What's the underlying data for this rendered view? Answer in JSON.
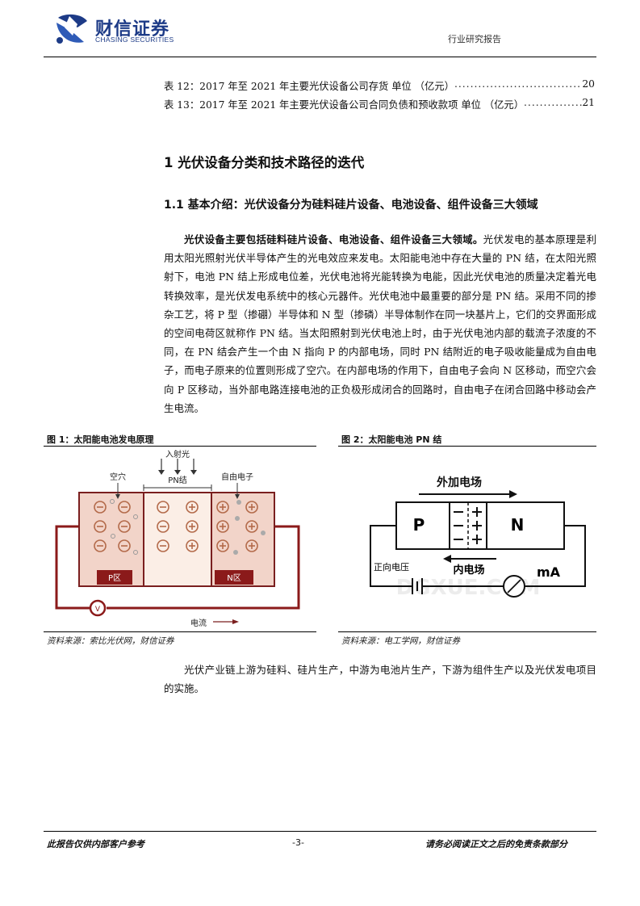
{
  "header": {
    "brand_cn": "财信证券",
    "brand_en": "CHASING SECURITIES",
    "report_type": "行业研究报告"
  },
  "toc": [
    {
      "title": "表 12：2017 年至 2021 年主要光伏设备公司存货 单位 （亿元）",
      "page": "20"
    },
    {
      "title": "表 13：2017 年至 2021 年主要光伏设备公司合同负债和预收款项 单位 （亿元）",
      "page": "21"
    }
  ],
  "section": {
    "h1": "1 光伏设备分类和技术路径的迭代",
    "h2": "1.1 基本介绍：光伏设备分为硅料硅片设备、电池设备、组件设备三大领域"
  },
  "body": {
    "lead": "光伏设备主要包括硅料硅片设备、电池设备、组件设备三大领域。",
    "text": "光伏发电的基本原理是利用太阳光照射光伏半导体产生的光电效应来发电。太阳能电池中存在大量的 PN 结，在太阳光照射下，电池 PN 结上形成电位差，光伏电池将光能转换为电能，因此光伏电池的质量决定着光电转换效率，是光伏发电系统中的核心元器件。光伏电池中最重要的部分是 PN 结。采用不同的掺杂工艺，将 P 型（掺硼）半导体和 N 型（掺磷）半导体制作在同一块基片上，它们的交界面形成的空间电荷区就称作 PN 结。当太阳照射到光伏电池上时，由于光伏电池内部的载流子浓度的不同，在 PN 结会产生一个由 N 指向 P 的内部电场，同时 PN 结附近的电子吸收能量成为自由电子，而电子原来的位置则形成了空穴。在内部电场的作用下，自由电子会向 N 区移动，而空穴会向 P 区移动，当外部电路连接电池的正负极形成闭合的回路时，自由电子在闭合回路中移动会产生电流。",
    "text2": "光伏产业链上游为硅料、硅片生产，中游为电池片生产，下游为组件生产以及光伏发电项目的实施。"
  },
  "figure1": {
    "title": "图 1：太阳能电池发电原理",
    "source": "资料来源：索比光伏网，财信证券",
    "labels": {
      "incident_light": "入射光",
      "hole": "空穴",
      "pn_junction": "PN结",
      "free_electron": "自由电子",
      "p_region": "P区",
      "n_region": "N区",
      "current": "电流",
      "voltmeter": "V"
    }
  },
  "figure2": {
    "title": "图 2：太阳能电池 PN 结",
    "source": "资料来源：电工学网，财信证券",
    "labels": {
      "external_field": "外加电场",
      "internal_field": "内电场",
      "p": "P",
      "n": "N",
      "forward_voltage": "正向电压",
      "ma": "mA",
      "watermark": "DGXUE.COM"
    }
  },
  "footer": {
    "left": "此报告仅供内部客户参考",
    "page": "-3-",
    "right": "请务必阅读正文之后的免责条款部分"
  }
}
